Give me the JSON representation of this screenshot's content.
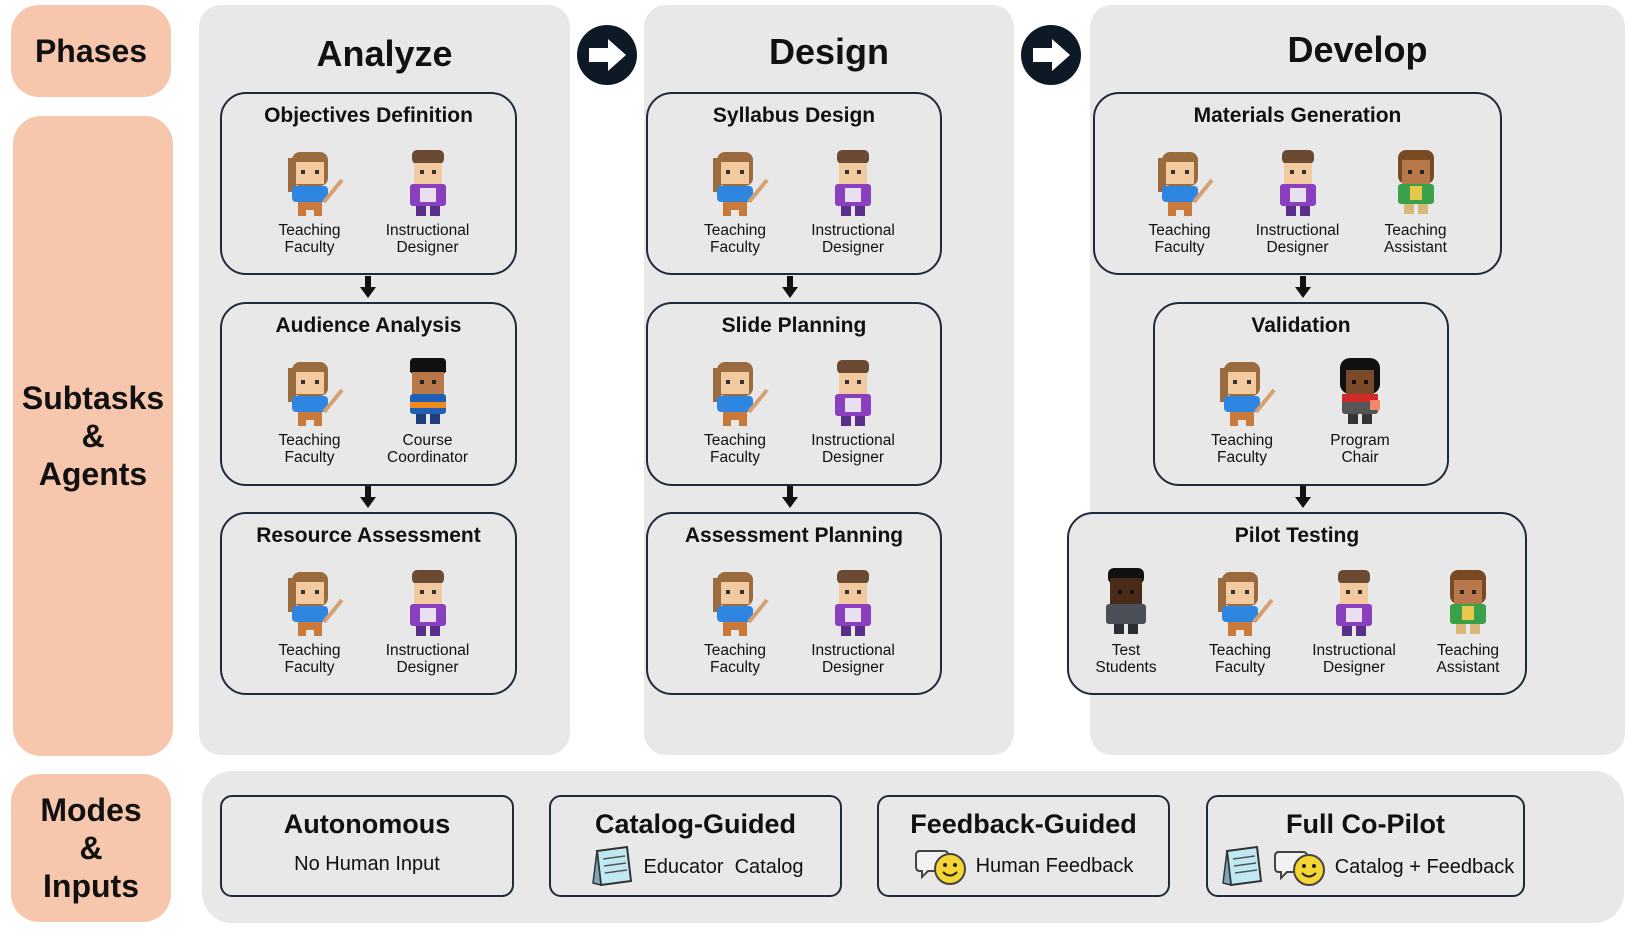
{
  "side_labels": {
    "phases": "Phases",
    "subtasks": "Subtasks\n&\nAgents",
    "modes": "Modes\n&\nInputs"
  },
  "phases": [
    {
      "title": "Analyze",
      "subtasks": [
        {
          "title": "Objectives Definition",
          "agents": [
            {
              "name": "Teaching\nFaculty",
              "avatar": "teaching-faculty"
            },
            {
              "name": "Instructional\nDesigner",
              "avatar": "instructional-designer"
            }
          ]
        },
        {
          "title": "Audience Analysis",
          "agents": [
            {
              "name": "Teaching\nFaculty",
              "avatar": "teaching-faculty"
            },
            {
              "name": "Course\nCoordinator",
              "avatar": "course-coordinator"
            }
          ]
        },
        {
          "title": "Resource Assessment",
          "agents": [
            {
              "name": "Teaching\nFaculty",
              "avatar": "teaching-faculty"
            },
            {
              "name": "Instructional\nDesigner",
              "avatar": "instructional-designer"
            }
          ]
        }
      ]
    },
    {
      "title": "Design",
      "subtasks": [
        {
          "title": "Syllabus Design",
          "agents": [
            {
              "name": "Teaching\nFaculty",
              "avatar": "teaching-faculty"
            },
            {
              "name": "Instructional\nDesigner",
              "avatar": "instructional-designer"
            }
          ]
        },
        {
          "title": "Slide Planning",
          "agents": [
            {
              "name": "Teaching\nFaculty",
              "avatar": "teaching-faculty"
            },
            {
              "name": "Instructional\nDesigner",
              "avatar": "instructional-designer"
            }
          ]
        },
        {
          "title": "Assessment Planning",
          "agents": [
            {
              "name": "Teaching\nFaculty",
              "avatar": "teaching-faculty"
            },
            {
              "name": "Instructional\nDesigner",
              "avatar": "instructional-designer"
            }
          ]
        }
      ]
    },
    {
      "title": "Develop",
      "subtasks": [
        {
          "title": "Materials Generation",
          "agents": [
            {
              "name": "Teaching\nFaculty",
              "avatar": "teaching-faculty"
            },
            {
              "name": "Instructional\nDesigner",
              "avatar": "instructional-designer"
            },
            {
              "name": "Teaching\nAssistant",
              "avatar": "teaching-assistant"
            }
          ]
        },
        {
          "title": "Validation",
          "agents": [
            {
              "name": "Teaching\nFaculty",
              "avatar": "teaching-faculty"
            },
            {
              "name": "Program\nChair",
              "avatar": "program-chair"
            }
          ]
        },
        {
          "title": "Pilot Testing",
          "agents": [
            {
              "name": "Test\nStudents",
              "avatar": "test-students"
            },
            {
              "name": "Teaching\nFaculty",
              "avatar": "teaching-faculty"
            },
            {
              "name": "Instructional\nDesigner",
              "avatar": "instructional-designer"
            },
            {
              "name": "Teaching\nAssistant",
              "avatar": "teaching-assistant"
            }
          ]
        }
      ]
    }
  ],
  "modes": [
    {
      "title": "Autonomous",
      "subtitle": "No Human Input",
      "icons": []
    },
    {
      "title": "Catalog-Guided",
      "subtitle": "Educator  Catalog",
      "icons": [
        "notepad-icon"
      ]
    },
    {
      "title": "Feedback-Guided",
      "subtitle": "Human Feedback",
      "icons": [
        "smiley-speech-icon"
      ]
    },
    {
      "title": "Full Co-Pilot",
      "subtitle": "Catalog + Feedback",
      "icons": [
        "notepad-icon",
        "smiley-speech-icon"
      ]
    }
  ],
  "colors": {
    "side_bg": "#f6c6ad",
    "panel_bg": "#e8e8e8",
    "border": "#1f2a3a"
  }
}
